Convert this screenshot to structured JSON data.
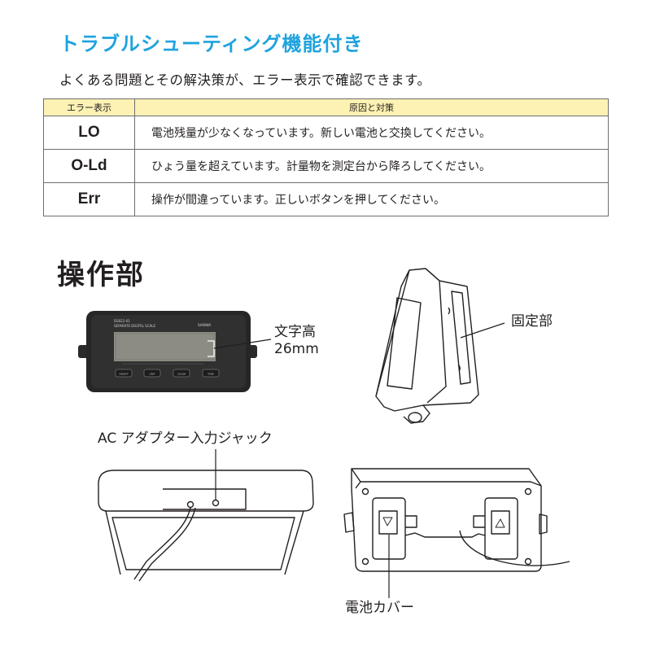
{
  "header": {
    "title": "トラブルシューティング機能付き",
    "subtitle": "よくある問題とその解決策が、エラー表示で確認できます。"
  },
  "troubleshooting_table": {
    "headers": [
      "エラー表示",
      "原因と対策"
    ],
    "rows": [
      {
        "code": "LO",
        "message": "電池残量が少なくなっています。新しい電池と交換してください。"
      },
      {
        "code": "O-Ld",
        "message": "ひょう量を超えています。計量物を測定台から降ろしてください。"
      },
      {
        "code": "Err",
        "message": "操作が間違っています。正しいボタンを押してください。"
      }
    ]
  },
  "controls_section": {
    "title": "操作部",
    "display_panel": {
      "model_text": "DS022-01",
      "product_text": "SEPARATE DIGITAL SCALE",
      "brand_text": "SHINWA",
      "buttons": [
        "ON/OFF",
        "UNIT",
        "COLOR",
        "TARE"
      ]
    },
    "labels": {
      "char_height_line1": "文字高",
      "char_height_line2": "26mm",
      "fixing_part": "固定部",
      "ac_jack": "AC アダプター入力ジャック",
      "battery_cover": "電池カバー"
    }
  },
  "colors": {
    "heading": "#1fa3de",
    "table_header_bg": "#fdf2b4",
    "text": "#231f20"
  }
}
